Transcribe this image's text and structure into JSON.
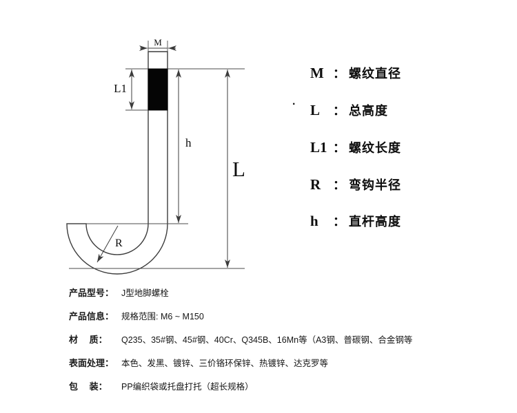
{
  "diagram": {
    "dim_labels": {
      "m": "M",
      "l1": "L1",
      "h": "h",
      "l": "L",
      "r": "R"
    }
  },
  "legend": {
    "stray_dot": ".",
    "items": [
      {
        "symbol": "M",
        "colon": "：",
        "desc": "螺纹直径"
      },
      {
        "symbol": "L",
        "colon": "：",
        "desc": "总高度"
      },
      {
        "symbol": "L1",
        "colon": "：",
        "desc": "螺纹长度"
      },
      {
        "symbol": "R",
        "colon": "：",
        "desc": "弯钩半径"
      },
      {
        "symbol": "h",
        "colon": "：",
        "desc": "直杆高度"
      }
    ]
  },
  "specs": {
    "rows": [
      {
        "label": "产品型号：",
        "value": "J型地脚螺栓"
      },
      {
        "label": "产品信息：",
        "value": "规格范围: M6 ~ M150"
      },
      {
        "label": "材　 质：",
        "value": "Q235、35#钢、45#钢、40Cr、Q345B、16Mn等（A3钢、普碳钢、合金钢等"
      },
      {
        "label": "表面处理：",
        "value": "本色、发黑、镀锌、三价铬环保锌、热镀锌、达克罗等"
      },
      {
        "label": "包　 装：",
        "value": "PP编织袋或托盘打托（超长规格）"
      }
    ]
  }
}
